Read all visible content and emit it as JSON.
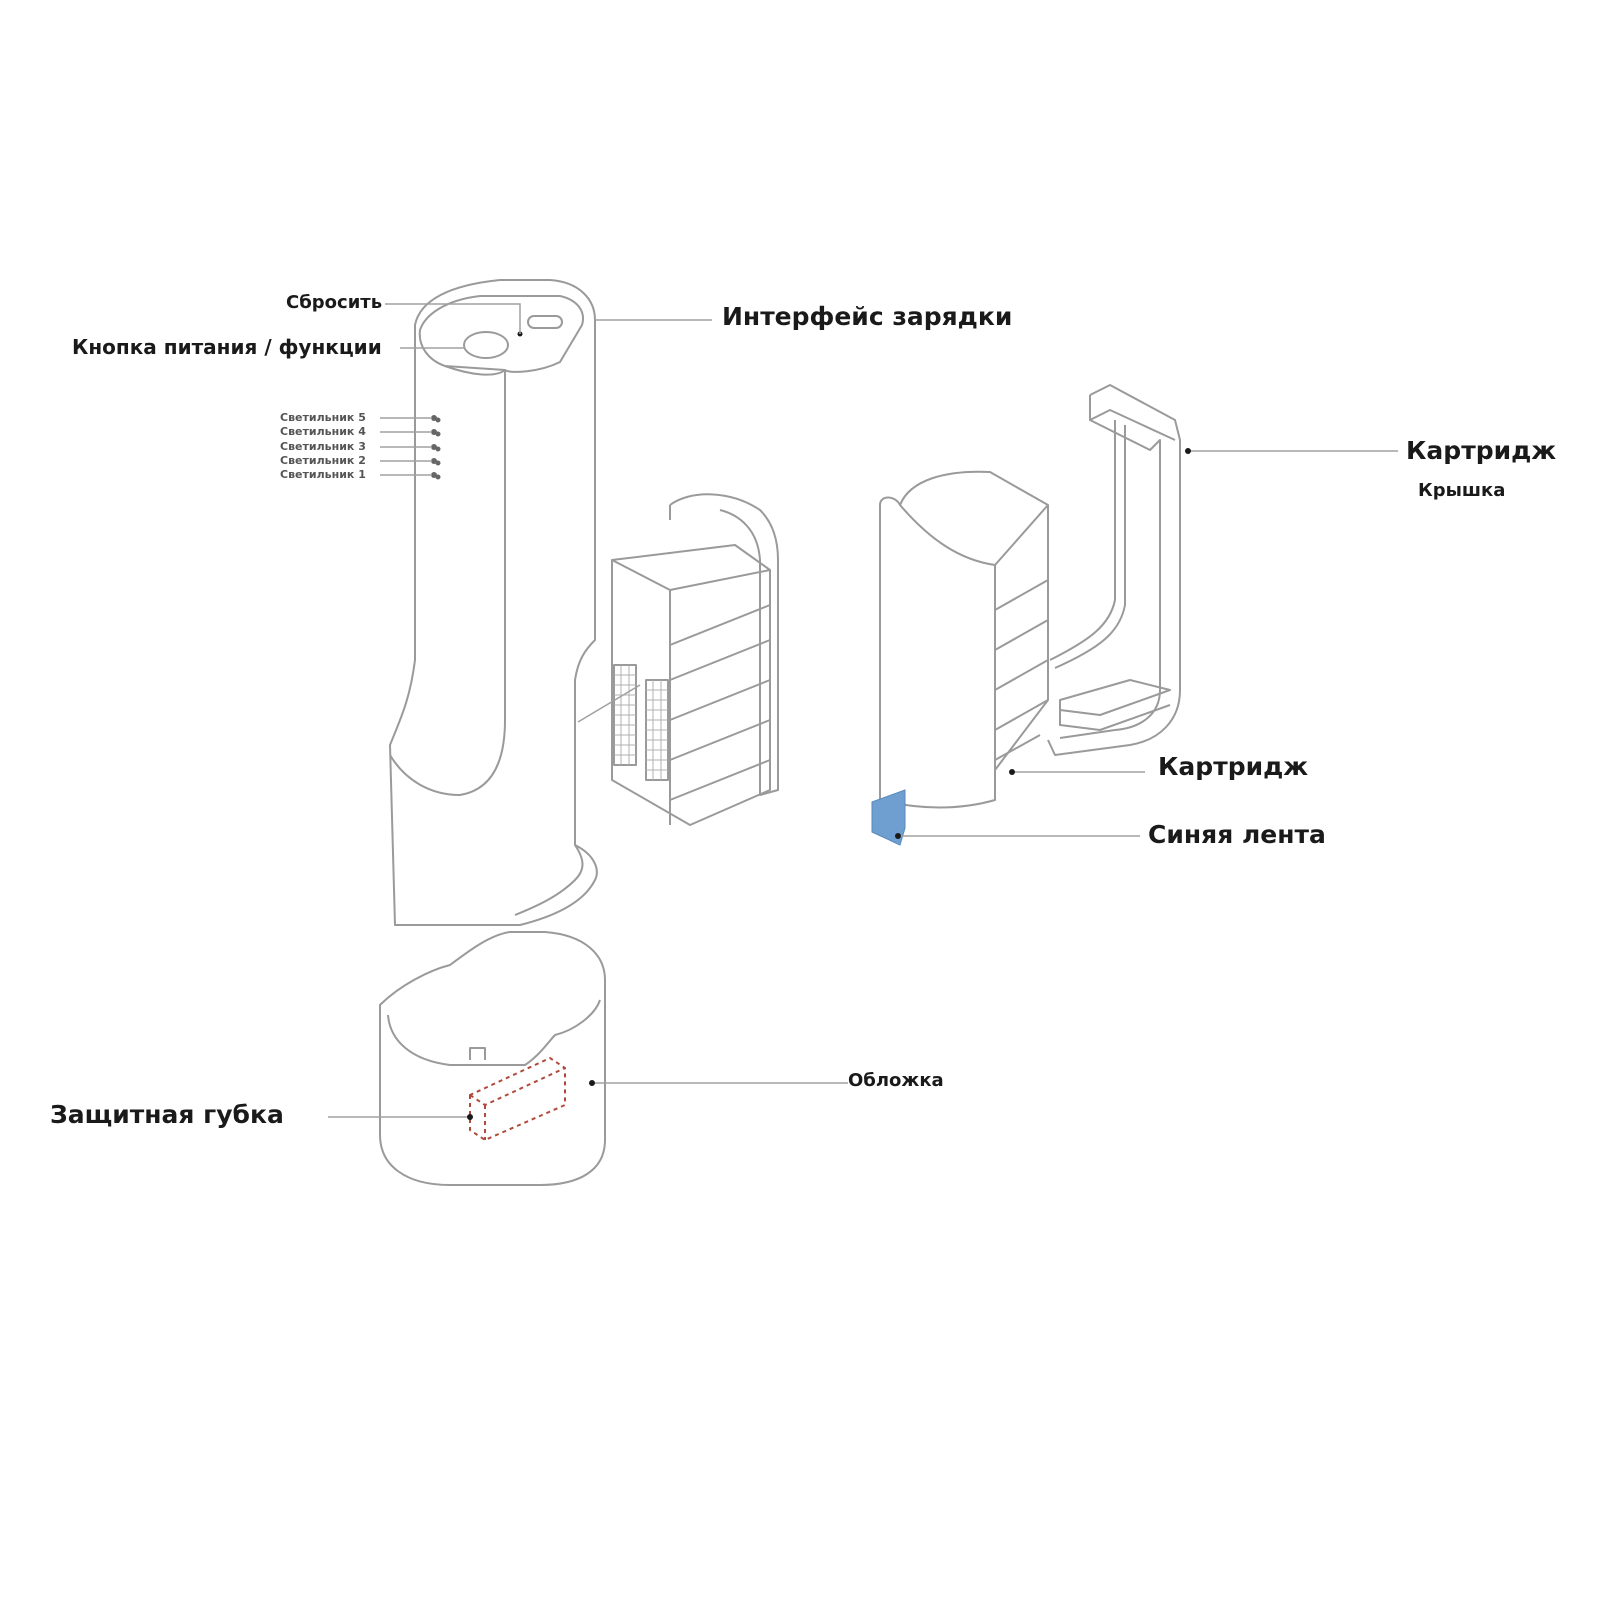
{
  "labels": {
    "reset": "Сбросить",
    "power_button": "Кнопка питания / функции",
    "charging_interface": "Интерфейс зарядки",
    "lights": [
      "Светильник 5",
      "Светильник 4",
      "Светильник 3",
      "Светильник 2",
      "Светильник 1"
    ],
    "cartridge_cover_line1": "Картридж",
    "cartridge_cover_line2": "Крышка",
    "cartridge": "Картридж",
    "blue_tape": "Синяя лента",
    "cover": "Обложка",
    "protective_sponge": "Защитная губка"
  },
  "colors": {
    "outline": "#9a9a9a",
    "leader": "#a0a0a0",
    "blue_tape": "#6f9fd0",
    "sponge_dash": "#b04a3a",
    "text": "#1a1a1a"
  }
}
